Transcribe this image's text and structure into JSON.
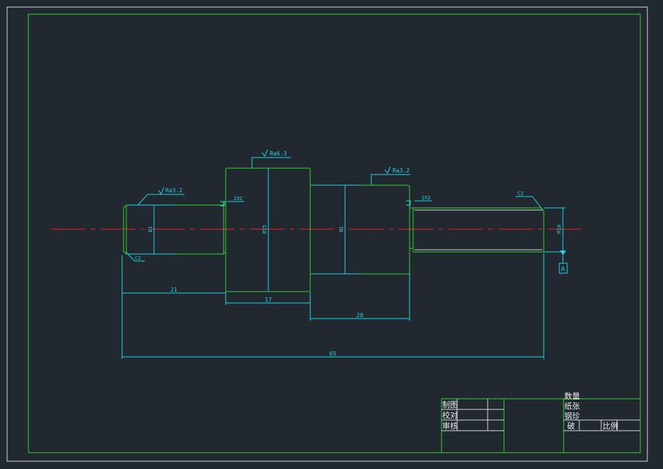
{
  "colors": {
    "background": "#212830",
    "outline": "#2fd62f",
    "dimension": "#21d6e8",
    "centerline": "#d21e1e",
    "frame": "#d8d8d8",
    "text": "#e8e8e8"
  },
  "shaft": {
    "roughness": [
      "Ra3.2",
      "Ra6.3",
      "Ra3.2"
    ],
    "chamfers": [
      "C2",
      "C2"
    ],
    "grooves": [
      "2X2",
      "2X2"
    ],
    "diameters": [
      "Ø1",
      "Ø25",
      "Ø1",
      "M10"
    ],
    "lengths": [
      "21",
      "17",
      "20",
      "65"
    ],
    "datum": "A"
  },
  "title_block": {
    "rows": [
      "制图",
      "校对",
      "审核"
    ],
    "right_labels": [
      "数量",
      "纸张",
      "钢珍",
      "破",
      "比例"
    ]
  }
}
